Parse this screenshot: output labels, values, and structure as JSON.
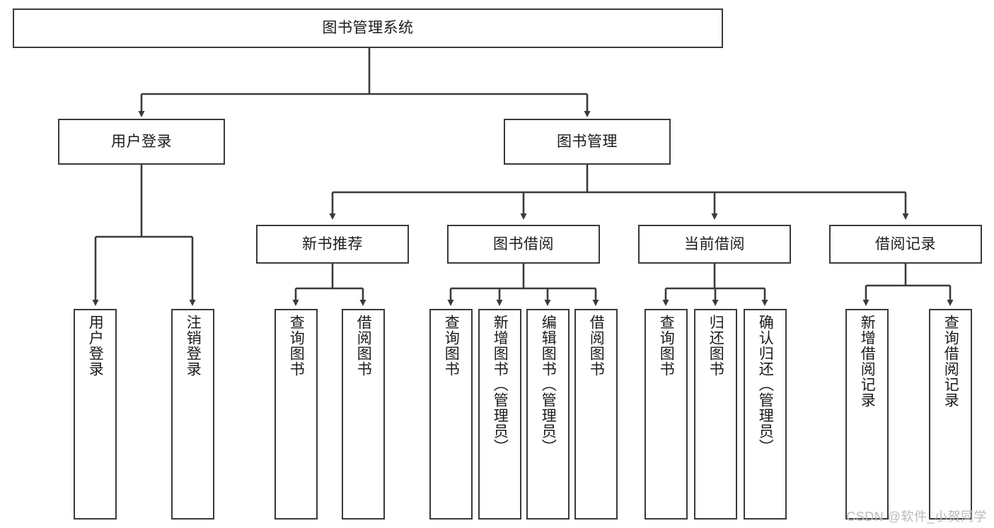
{
  "diagram": {
    "title_node": {
      "label": "图书管理系统"
    },
    "level2": [
      {
        "label": "用户登录"
      },
      {
        "label": "图书管理"
      }
    ],
    "level3": [
      {
        "label": "新书推荐"
      },
      {
        "label": "图书借阅"
      },
      {
        "label": "当前借阅"
      },
      {
        "label": "借阅记录"
      }
    ],
    "leaves_user_login": [
      {
        "label": "用户登录"
      },
      {
        "label": "注销登录"
      }
    ],
    "leaves_new_book": [
      {
        "label": "查询图书"
      },
      {
        "label": "借阅图书"
      }
    ],
    "leaves_borrow": [
      {
        "label": "查询图书"
      },
      {
        "label": "新增图书（管理员）"
      },
      {
        "label": "编辑图书（管理员）"
      },
      {
        "label": "借阅图书"
      }
    ],
    "leaves_current": [
      {
        "label": "查询图书"
      },
      {
        "label": "归还图书"
      },
      {
        "label": "确认归还（管理员）"
      }
    ],
    "leaves_records": [
      {
        "label": "新增借阅记录"
      },
      {
        "label": "查询借阅记录"
      }
    ],
    "watermark": "CSDN @软件_小贺同学",
    "colors": {
      "stroke": "#3a3a3a",
      "text": "#1b1b1b",
      "background": "#ffffff",
      "watermark": "#b9b9b9"
    }
  }
}
